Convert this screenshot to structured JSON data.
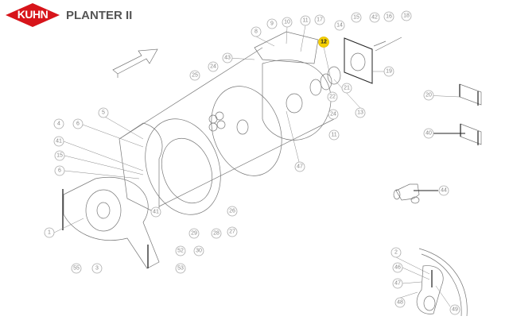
{
  "header": {
    "brand": "KUHN",
    "title": "PLANTER II",
    "brand_color": "#d7141a"
  },
  "callouts": {
    "c8": "8",
    "c9": "9",
    "c10": "10",
    "c11a": "11",
    "c17": "17",
    "c12": "12",
    "c14": "14",
    "c15a": "15",
    "c42": "42",
    "c16": "16",
    "c18": "18",
    "c19": "19",
    "c21": "21",
    "c22": "22",
    "c13": "13",
    "c24a": "24",
    "c11b": "11",
    "c43": "43",
    "c25": "25",
    "c24b": "24",
    "c47a": "47",
    "c5": "5",
    "c6a": "6",
    "c4": "4",
    "c41a": "41",
    "c15b": "15",
    "c6b": "6",
    "c41b": "41",
    "c26": "26",
    "c29": "29",
    "c28": "28",
    "c27": "27",
    "c52": "52",
    "c30": "30",
    "c1": "1",
    "c55": "55",
    "c3": "3",
    "c53": "53",
    "c20": "20",
    "c40": "40",
    "c44": "44",
    "c2": "2",
    "c46": "46",
    "c47b": "47",
    "c48": "48",
    "c49": "49"
  },
  "highlight_color": "#f5d000"
}
